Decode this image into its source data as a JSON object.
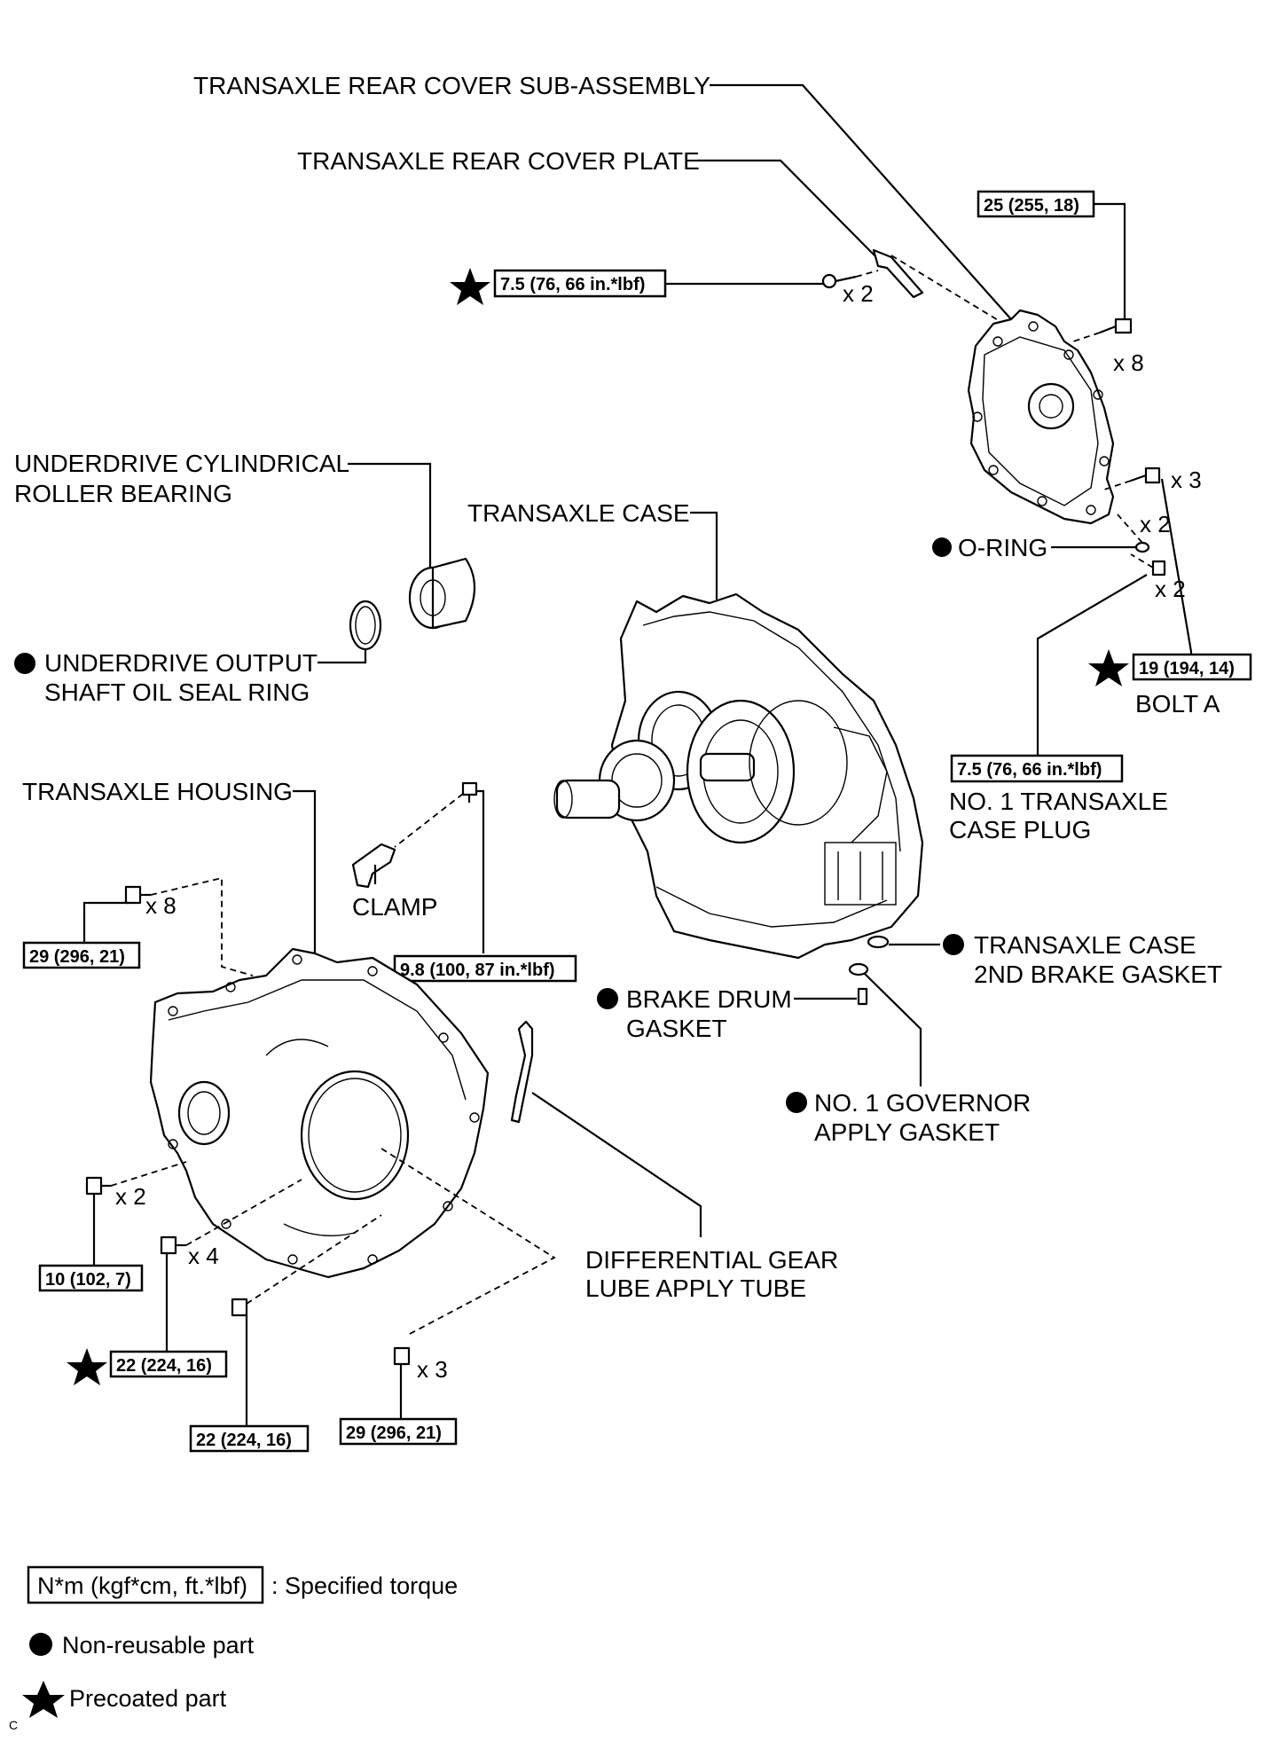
{
  "labels": {
    "rear_cover_sub_assembly": "TRANSAXLE REAR COVER SUB-ASSEMBLY",
    "rear_cover_plate": "TRANSAXLE REAR COVER PLATE",
    "underdrive_bearing_1": "UNDERDRIVE CYLINDRICAL",
    "underdrive_bearing_2": "ROLLER BEARING",
    "transaxle_case": "TRANSAXLE CASE",
    "o_ring": "O-RING",
    "bolt_a": "BOLT A",
    "case_plug_1": "NO. 1 TRANSAXLE",
    "case_plug_2": "CASE PLUG",
    "oil_seal_ring_1": "UNDERDRIVE OUTPUT",
    "oil_seal_ring_2": "SHAFT OIL SEAL RING",
    "housing": "TRANSAXLE HOUSING",
    "clamp": "CLAMP",
    "second_brake_gasket_1": "TRANSAXLE CASE",
    "second_brake_gasket_2": "2ND BRAKE GASKET",
    "brake_drum_gasket_1": "BRAKE DRUM",
    "brake_drum_gasket_2": "GASKET",
    "governor_gasket_1": "NO. 1 GOVERNOR",
    "governor_gasket_2": "APPLY GASKET",
    "lube_tube_1": "DIFFERENTIAL GEAR",
    "lube_tube_2": "LUBE APPLY TUBE"
  },
  "torques": {
    "rear_cover_bolts": "25 (255, 18)",
    "rear_cover_plate_bolts": "7.5 (76, 66 in.*lbf)",
    "bolt_a": "19 (194, 14)",
    "case_plug": "7.5 (76, 66 in.*lbf)",
    "clamp_bolt": "9.8 (100, 87 in.*lbf)",
    "housing_bolts_x8": "29 (296, 21)",
    "housing_bolts_x2": "10 (102, 7)",
    "housing_bolts_x4": "22 (224, 16)",
    "housing_bolt_single": "22 (224, 16)",
    "housing_bolts_x3": "29 (296, 21)"
  },
  "quantities": {
    "plate_bolts": "x 2",
    "cover_bolts": "x 8",
    "bolt_a": "x 3",
    "o_ring": "x 2",
    "plug": "x 2",
    "housing_x8": "x 8",
    "housing_x2": "x 2",
    "housing_x4": "x 4",
    "housing_x3": "x 3"
  },
  "legend": {
    "unit_box": "N*m (kgf*cm, ft.*lbf)",
    "unit_text": ": Specified torque",
    "non_reusable": "Non-reusable part",
    "precoated": "Precoated part",
    "corner_mark": "C"
  }
}
